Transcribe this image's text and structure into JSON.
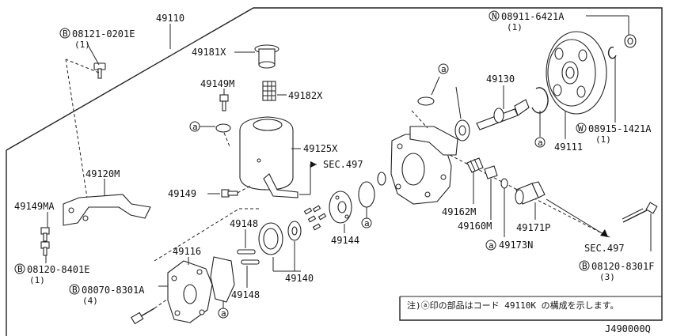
{
  "diagram_id": "J490000Q",
  "note": "注)ⓐ印の部品はコード 49110K の構成を示します。",
  "note_marker": "a",
  "sec_refs": [
    "SEC.497",
    "SEC.497"
  ],
  "fasteners": [
    {
      "prefix": "B",
      "part": "08121-0201E",
      "qty": "(1)"
    },
    {
      "prefix": "B",
      "part": "08120-8401E",
      "qty": "(1)"
    },
    {
      "prefix": "B",
      "part": "08070-8301A",
      "qty": "(4)"
    },
    {
      "prefix": "N",
      "part": "08911-6421A",
      "qty": "(1)"
    },
    {
      "prefix": "W",
      "part": "08915-1421A",
      "qty": "(1)"
    },
    {
      "prefix": "B",
      "part": "08120-8301F",
      "qty": "(3)"
    }
  ],
  "part_labels": {
    "p49110": "49110",
    "p49181X": "49181X",
    "p49149M": "49149M",
    "p49182X": "49182X",
    "p49125X": "49125X",
    "p49120M": "49120M",
    "p49149MA": "49149MA",
    "p49149": "49149",
    "p49148a": "49148",
    "p49148b": "49148",
    "p49116": "49116",
    "p49140": "49140",
    "p49144": "49144",
    "p49130": "49130",
    "p49162M": "49162M",
    "p49160M": "49160M",
    "p49173N": "49173N",
    "p49171P": "49171P",
    "p49111": "49111"
  }
}
